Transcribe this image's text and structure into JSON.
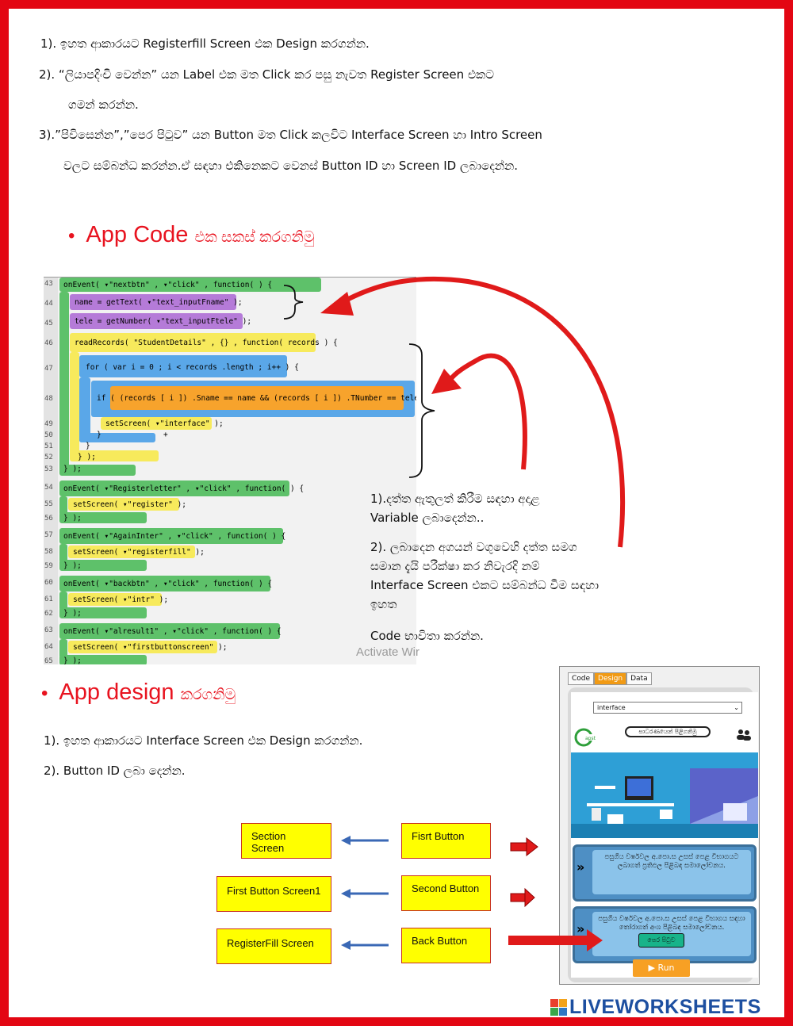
{
  "instructions": [
    "1). ඉහත ආකාරයට Registerfill Screen එක Design කරගන්න.",
    "2). “ලියාපදිංචි වෙන්න” යන Label එක මත Click කර පසු නැවත Register Screen එකට",
    "ගමන් කරන්න.",
    "3).”පිවිසෙන්න”,”පෙර පිටුව” යන Button මත Click කලවිට Interface Screen හා  Intro Screen",
    "වලට සම්බන්ධ කරන්න.ඒ සඳහා එකිනෙකට වෙනස් Button ID හා Screen ID ලබාදෙන්න."
  ],
  "app_code_heading": {
    "bullet": "•",
    "title": "App Code",
    "sub": "එක සකස් කරගනිමු"
  },
  "code": {
    "line_numbers": [
      "43",
      "44",
      "45",
      "46",
      "47",
      "48",
      "49",
      "50",
      "51",
      "52",
      "53",
      "54",
      "55",
      "56",
      "57",
      "58",
      "59",
      "60",
      "61",
      "62",
      "63",
      "64",
      "65"
    ],
    "lines": {
      "l43": "onEvent( ▾\"nextbtn\" , ▾\"click\" , function( ) {",
      "l44": "name = getText( ▾\"text_inputFname\" );",
      "l45": "tele = getNumber( ▾\"text_inputFtele\" );",
      "l46": "readRecords( \"StudentDetails\" , {} , function( records ) {",
      "l47": "for ( var i = 0 ; i < records .length ; i++ ) {",
      "l48": "if ( (records [ i ]) .Sname == name && (records [ i ]) .TNumber == tele ) {",
      "l49": "setScreen( ▾\"interface\" );",
      "l50a": "}",
      "l50b": "+",
      "l51": "}",
      "l52": "} );",
      "l53": "} );",
      "l54": "onEvent( ▾\"Registerletter\" , ▾\"click\" , function( ) {",
      "l55": "setScreen( ▾\"register\" );",
      "l56": "} );",
      "l57": "onEvent( ▾\"AgainInter\" , ▾\"click\" , function( ) {",
      "l58": "setScreen( ▾\"registerfill\" );",
      "l59": "} );",
      "l60": "onEvent( ▾\"backbtn\" , ▾\"click\" , function( ) {",
      "l61": "setScreen( ▾\"intr\" );",
      "l62": "} );",
      "l63": "onEvent( ▾\"alresult1\" , ▾\"click\" , function( ) {",
      "l64": "setScreen( ▾\"firstbuttonscreen\" );",
      "l65": "} );"
    }
  },
  "notes": {
    "n1a": "1).දත්ත ඇතුලත් කිරීම සඳහා අදාළ",
    "n1b": "Variable ලබාදෙන්න..",
    "n2a": "2). ලබාදෙන අගයන් වගුවෙහි දත්ත සමග",
    "n2b": "සමාන දැයි පරීක්ෂා කර නිවැරදි නම්",
    "n2c": "Interface Screen එකට සම්බන්ධ වීම සඳහා",
    "n2d": "ඉහත",
    "n3": "Code භාවිතා කරන්න."
  },
  "watermark": "Activate Wir",
  "app_design_heading": {
    "bullet": "•",
    "title": "App design",
    "sub": "කරගනිමු"
  },
  "design_steps": [
    "1). ඉහත ආකාරයට  Interface Screen එක Design  කරගන්න.",
    "2). Button ID ලබා දෙන්න."
  ],
  "id_boxes": {
    "section_screen": "Section Screen",
    "first_button_screen": "First Button Screen1",
    "registerfill_screen": "RegisterFill Screen",
    "first_button": "Fisrt Button",
    "second_button": "Second Button",
    "back_button": "Back Button"
  },
  "phone": {
    "tabs": [
      "Code",
      "Design",
      "Data"
    ],
    "active_tab": "Design",
    "screen_select": "interface",
    "title_pill": "සාධරණයෙන් පිළිගනිමු",
    "card1": "පසුගිය වර්ෂවල අ.පො.ස උසස් පෙළ විභාගයට ලබාගත් ප්‍රතිඵල පිළිබඳ සමාලෝචනය.",
    "card2": "පසුගිය වර්ෂවල අ.පො.ස උසස් පෙළ විභාගය සඳහා තෝරාගත් අංශ පිළිබඳ සමාලෝචනය.",
    "chevron": "»",
    "back_button": "පෙර පිටුව",
    "run_button": "Run"
  },
  "brand": "LIVEWORKSHEETS",
  "colors": {
    "frame_red": "#e30613",
    "heading_red": "#e8131f",
    "id_box_yellow": "#ffff00",
    "arrow_blue": "#3a68b5",
    "arrow_red": "#e01a1a",
    "run_orange": "#f7a024"
  }
}
